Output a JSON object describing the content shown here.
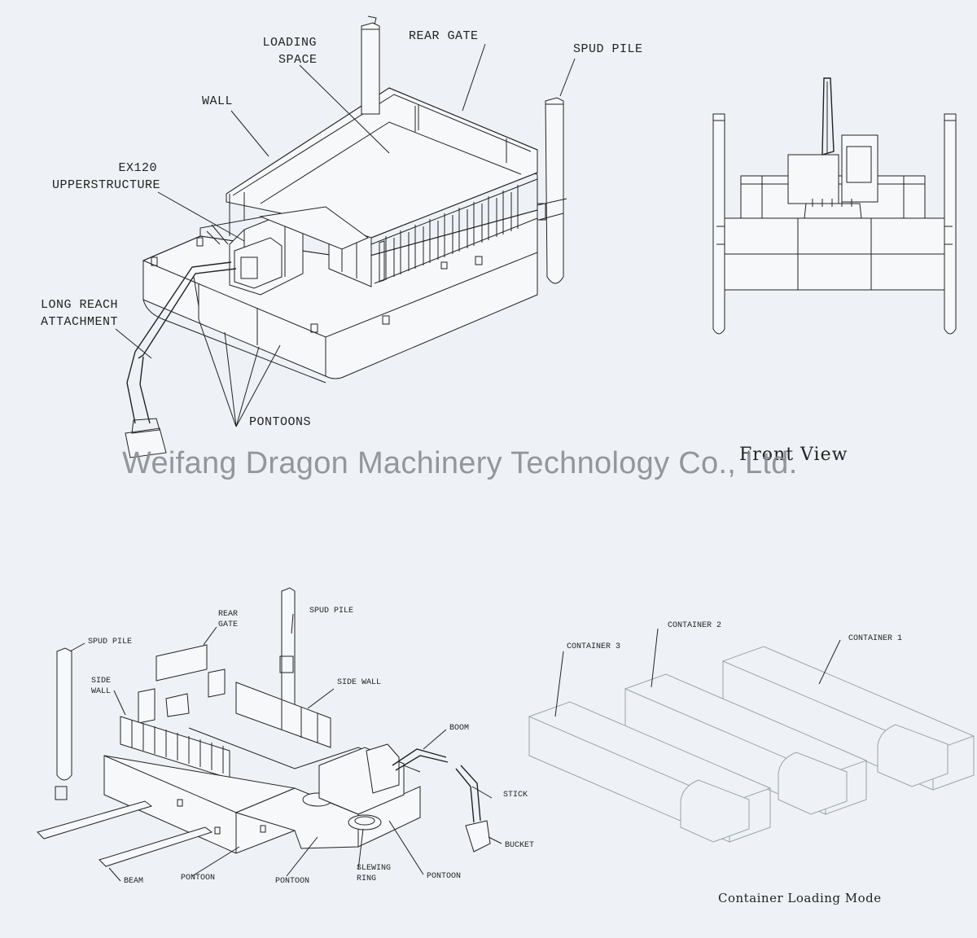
{
  "watermark": "Weifang Dragon Machinery Technology Co., Ltd.",
  "views": {
    "main": {
      "labels": {
        "loading_space": [
          "LOADING",
          "SPACE"
        ],
        "rear_gate": "REAR GATE",
        "spud_pile": "SPUD PILE",
        "wall": "WALL",
        "upperstructure": [
          "EX120",
          "UPPERSTRUCTURE"
        ],
        "long_reach": [
          "LONG REACH",
          "ATTACHMENT"
        ],
        "pontoons": "PONTOONS"
      }
    },
    "front": {
      "caption": "Front View"
    },
    "exploded": {
      "labels": {
        "rear_gate": [
          "REAR",
          "GATE"
        ],
        "spud_pile_top": "SPUD PILE",
        "spud_pile_left": "SPUD PILE",
        "side_wall_left": [
          "SIDE",
          "WALL"
        ],
        "side_wall_right": "SIDE WALL",
        "boom": "BOOM",
        "stick": "STICK",
        "bucket": "BUCKET",
        "beam": "BEAM",
        "pontoon_1": "PONTOON",
        "pontoon_2": "PONTOON",
        "slewing_ring": [
          "SLEWING",
          "RING"
        ],
        "pontoon_3": "PONTOON"
      }
    },
    "container": {
      "labels": {
        "container_1": "CONTAINER 1",
        "container_2": "CONTAINER 2",
        "container_3": "CONTAINER 3"
      },
      "caption": "Container Loading Mode"
    }
  }
}
